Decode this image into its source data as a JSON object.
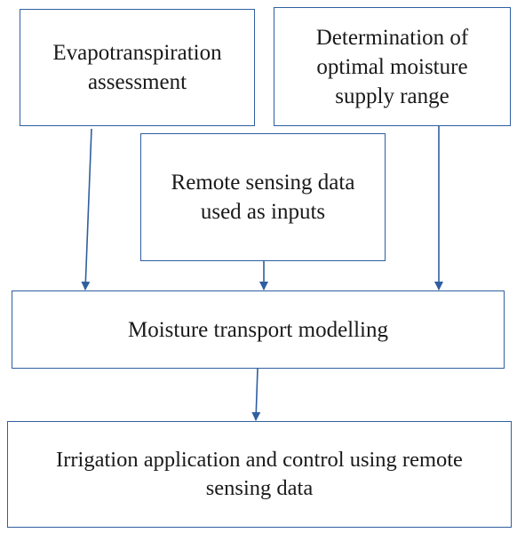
{
  "diagram": {
    "nodes": {
      "evapotranspiration": "Evapotranspiration\nassessment",
      "optimal_moisture": "Determination of\noptimal moisture\nsupply range",
      "remote_sensing": "Remote sensing data\nused as inputs",
      "moisture_model": "Moisture transport modelling",
      "irrigation": "Irrigation application and control using remote\nsensing data"
    },
    "edges": [
      {
        "from": "evapotranspiration",
        "to": "moisture_model"
      },
      {
        "from": "remote_sensing",
        "to": "moisture_model"
      },
      {
        "from": "optimal_moisture",
        "to": "moisture_model"
      },
      {
        "from": "moisture_model",
        "to": "irrigation"
      }
    ],
    "colors": {
      "border": "#2f5fa0",
      "arrow": "#2f5fa0",
      "text": "#1a1a1a"
    }
  }
}
